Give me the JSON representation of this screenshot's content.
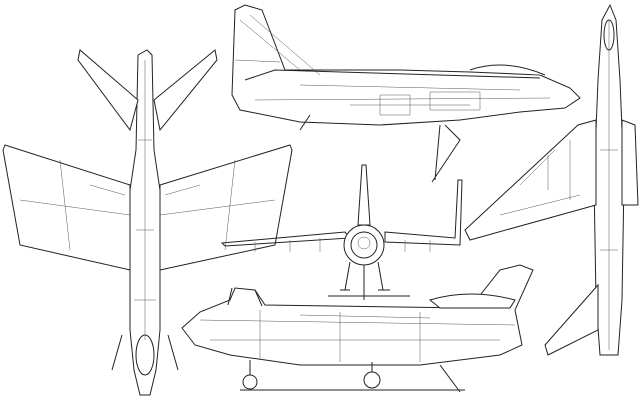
{
  "drawing": {
    "views": [
      "top-view",
      "side-view-upper",
      "front-view",
      "side-view-lower",
      "bottom-view-rotated"
    ],
    "colors": {
      "background": "#ffffff",
      "line": "#222222",
      "detail": "#555555"
    }
  }
}
